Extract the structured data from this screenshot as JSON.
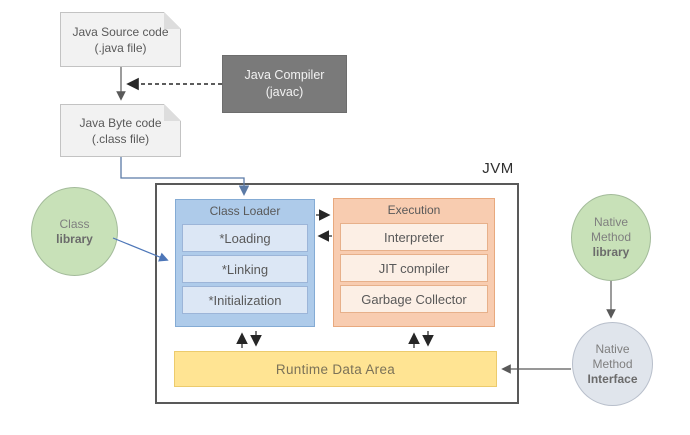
{
  "diagram": {
    "jvm_label": "JVM",
    "nodes": {
      "java_source": {
        "line1": "Java Source code",
        "line2": "(.java file)"
      },
      "java_compiler": {
        "line1": "Java Compiler",
        "line2": "(javac)"
      },
      "java_bytecode": {
        "line1": "Java Byte code",
        "line2": "(.class file)"
      },
      "class_loader": {
        "title": "Class Loader",
        "items": [
          "*Loading",
          "*Linking",
          "*Initialization"
        ]
      },
      "execution": {
        "title": "Execution",
        "items": [
          "Interpreter",
          "JIT compiler",
          "Garbage Collector"
        ]
      },
      "runtime_data_area": {
        "label": "Runtime Data Area"
      },
      "class_library": {
        "line1": "Class",
        "line2": "library"
      },
      "native_method_library": {
        "line1": "Native",
        "line2": "Method",
        "line3": "library"
      },
      "native_method_interface": {
        "line1": "Native",
        "line2": "Method",
        "line3": "Interface"
      }
    },
    "colors": {
      "doc_box_fill": "#f2f2f2",
      "compiler_fill": "#7a7a7a",
      "loader_fill": "#aecbea",
      "loader_item_fill": "#dce7f5",
      "execution_fill": "#f8ccb0",
      "execution_item_fill": "#fcefe5",
      "runtime_fill": "#ffe493",
      "library_fill": "#c8e1b8",
      "interface_fill": "#e0e5ec",
      "frame_border": "#595959",
      "arrow_dark": "#595959",
      "arrow_blue": "#4d76b8"
    }
  }
}
